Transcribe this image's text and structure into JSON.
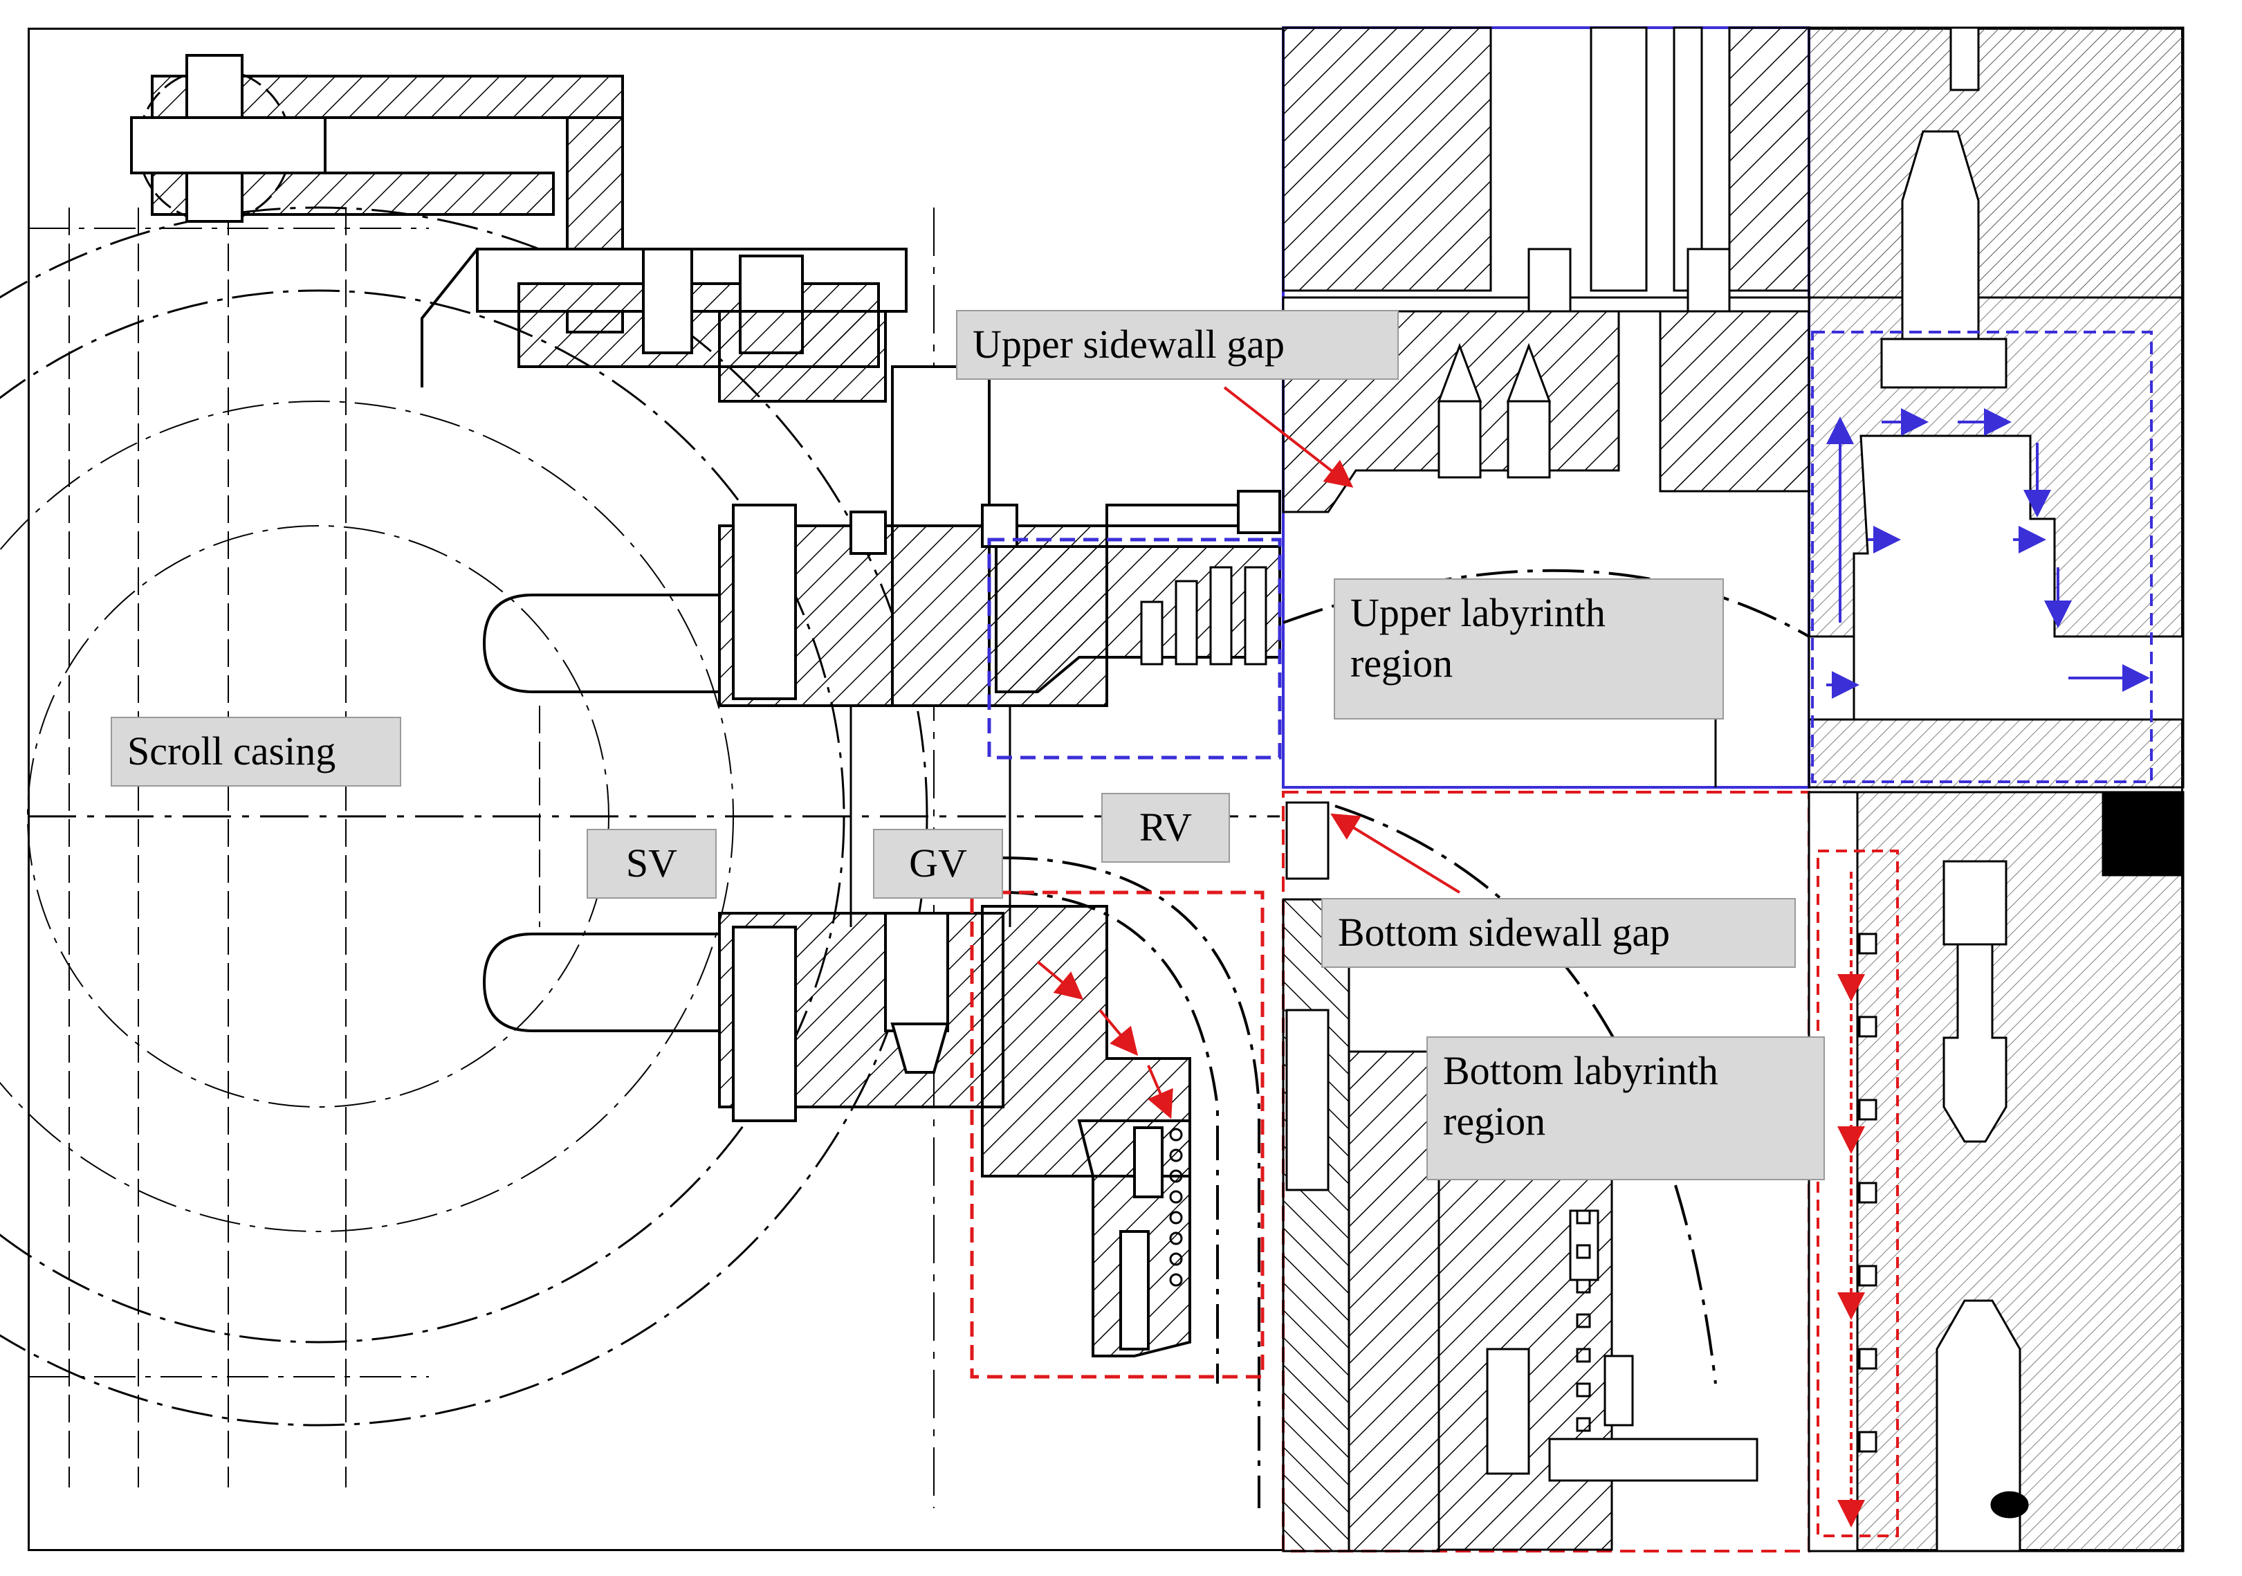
{
  "labels": {
    "scroll_casing": "Scroll casing",
    "sv": "SV",
    "gv": "GV",
    "rv": "RV",
    "upper_sidewall_gap": "Upper sidewall gap",
    "upper_labyrinth_line1": "Upper labyrinth",
    "upper_labyrinth_line2": "region",
    "bottom_sidewall_gap": "Bottom sidewall gap",
    "bottom_labyrinth_line1": "Bottom labyrinth",
    "bottom_labyrinth_line2": "region"
  },
  "colors": {
    "line": "#000000",
    "upper_region": "#3b2fd8",
    "bottom_region": "#e0191c",
    "label_fill": "#d9d9d9",
    "label_border": "#9a9a9a"
  }
}
